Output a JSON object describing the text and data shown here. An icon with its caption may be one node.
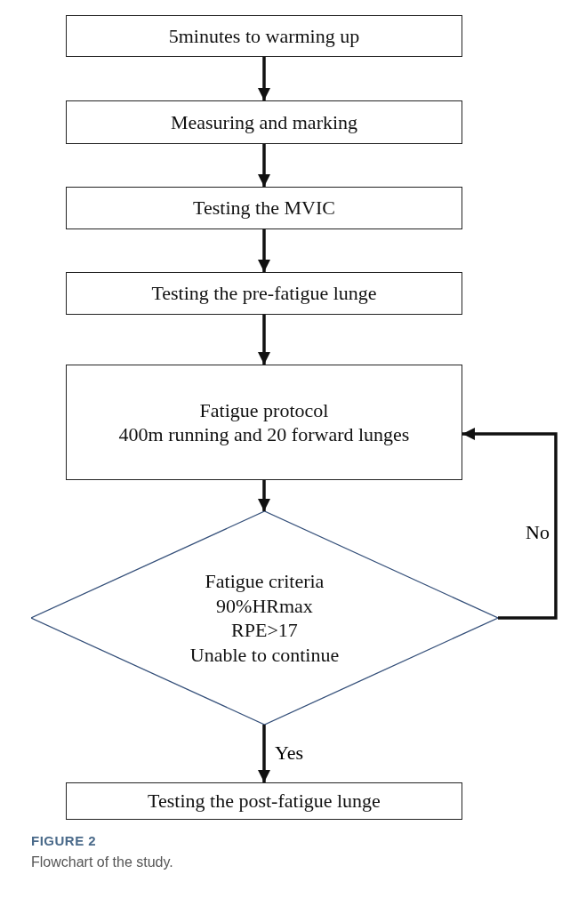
{
  "diagram": {
    "caption": "Flowchart of the study.",
    "nodes": [
      {
        "text": [
          "5minutes to warming up"
        ]
      },
      {
        "text": [
          "Measuring and marking"
        ]
      },
      {
        "text": [
          "Testing the MVIC"
        ]
      },
      {
        "text": [
          "Testing the pre-fatigue lunge"
        ]
      },
      {
        "text": [
          "Fatigue protocol",
          "400m running and 20 forward lunges"
        ]
      },
      {
        "text": [
          "Fatigue criteria",
          "90%HRmax",
          "RPE>17",
          "Unable to continue"
        ]
      },
      {
        "text": [
          "Testing the post-fatigue lunge"
        ]
      }
    ],
    "edges": [
      {
        "from": 0,
        "to": 1,
        "arrow": "to"
      },
      {
        "from": 1,
        "to": 2,
        "arrow": "to"
      },
      {
        "from": 2,
        "to": 3,
        "arrow": "to"
      },
      {
        "from": 3,
        "to": 4,
        "arrow": "to"
      },
      {
        "from": 4,
        "to": 5,
        "arrow": "to"
      },
      {
        "from": 5,
        "to": 4,
        "arrow": "to",
        "label": "No"
      },
      {
        "from": 5,
        "to": 6,
        "arrow": "to",
        "label": "Yes"
      }
    ],
    "labels": [
      "FIGURE 2"
    ]
  }
}
